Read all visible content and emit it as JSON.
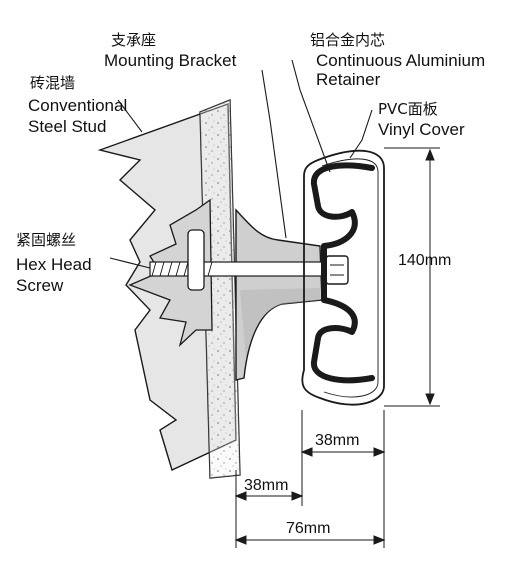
{
  "labels": {
    "bracket_cn": "支承座",
    "bracket_en": "Mounting Bracket",
    "retainer_cn": "铝合金内芯",
    "retainer_en_1": "Continuous Aluminium",
    "retainer_en_2": "Retainer",
    "cover_cn": "PVC面板",
    "cover_en": "Vinyl Cover",
    "wall_cn": "砖混墙",
    "wall_en_1": "Conventional",
    "wall_en_2": "Steel Stud",
    "screw_cn": "紧固螺丝",
    "screw_en_1": "Hex Head",
    "screw_en_2": "Screw"
  },
  "dimensions": {
    "height": "140mm",
    "retainer_depth": "38mm",
    "wall_offset": "38mm",
    "total_depth": "76mm"
  },
  "colors": {
    "line": "#1a1a1a",
    "wall_fill": "#e6e6e6",
    "bracket_fill": "#cfcfcf",
    "cover_fill": "#f2f2f2"
  }
}
